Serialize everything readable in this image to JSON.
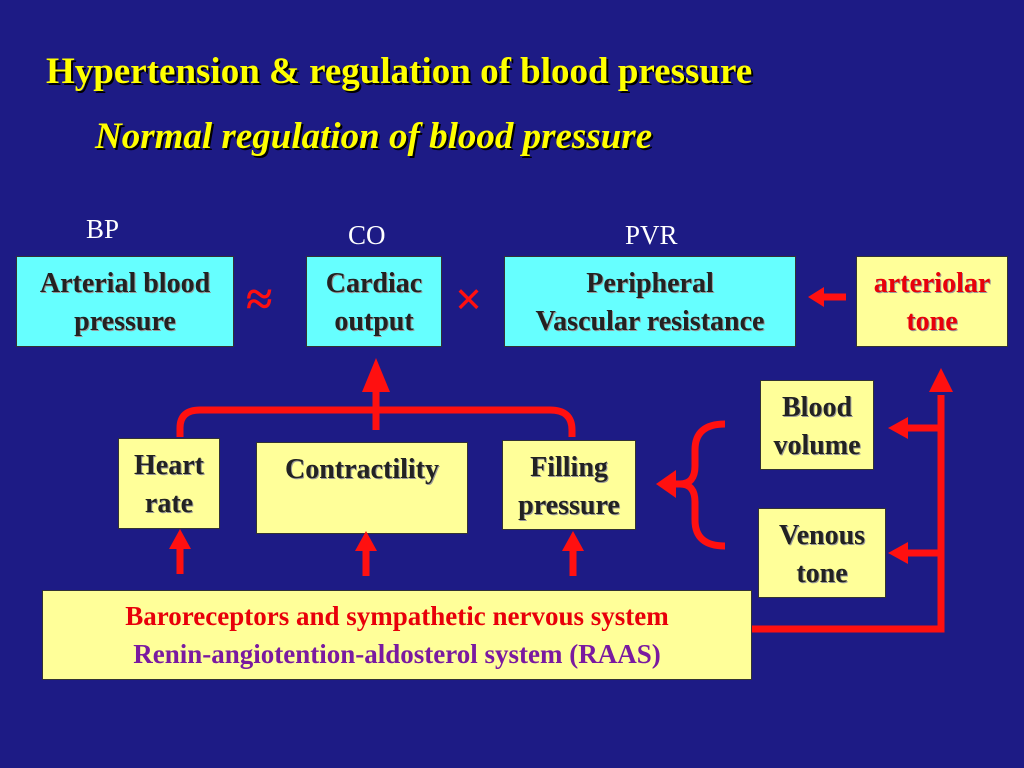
{
  "slide": {
    "title": "Hypertension & regulation of blood pressure",
    "subtitle": "Normal regulation of blood pressure"
  },
  "labels": {
    "bp": "BP",
    "co": "CO",
    "pvr": "PVR"
  },
  "operators": {
    "approx": "≈",
    "times": "×"
  },
  "boxes": {
    "arterial_bp": [
      "Arterial blood",
      "pressure"
    ],
    "cardiac_output": [
      "Cardiac",
      "output"
    ],
    "pvr": [
      "Peripheral",
      "Vascular resistance"
    ],
    "arteriolar_tone": [
      "arteriolar",
      "tone"
    ],
    "heart_rate": [
      "Heart",
      "rate"
    ],
    "contractility": "Contractility",
    "filling_pressure": [
      "Filling",
      "pressure"
    ],
    "blood_volume": [
      "Blood",
      "volume"
    ],
    "venous_tone": [
      "Venous",
      "tone"
    ],
    "regulators": [
      "Baroreceptors and sympathetic nervous system",
      "Renin-angiotention-aldosterol system (RAAS)"
    ]
  },
  "colors": {
    "background": "#1d1b85",
    "title": "#ffff00",
    "cyan_box": "#66ffff",
    "yellow_box": "#ffff99",
    "arrow": "#ff1010",
    "regulator_line1": "#e8000a",
    "regulator_line2": "#7a1aa0"
  }
}
